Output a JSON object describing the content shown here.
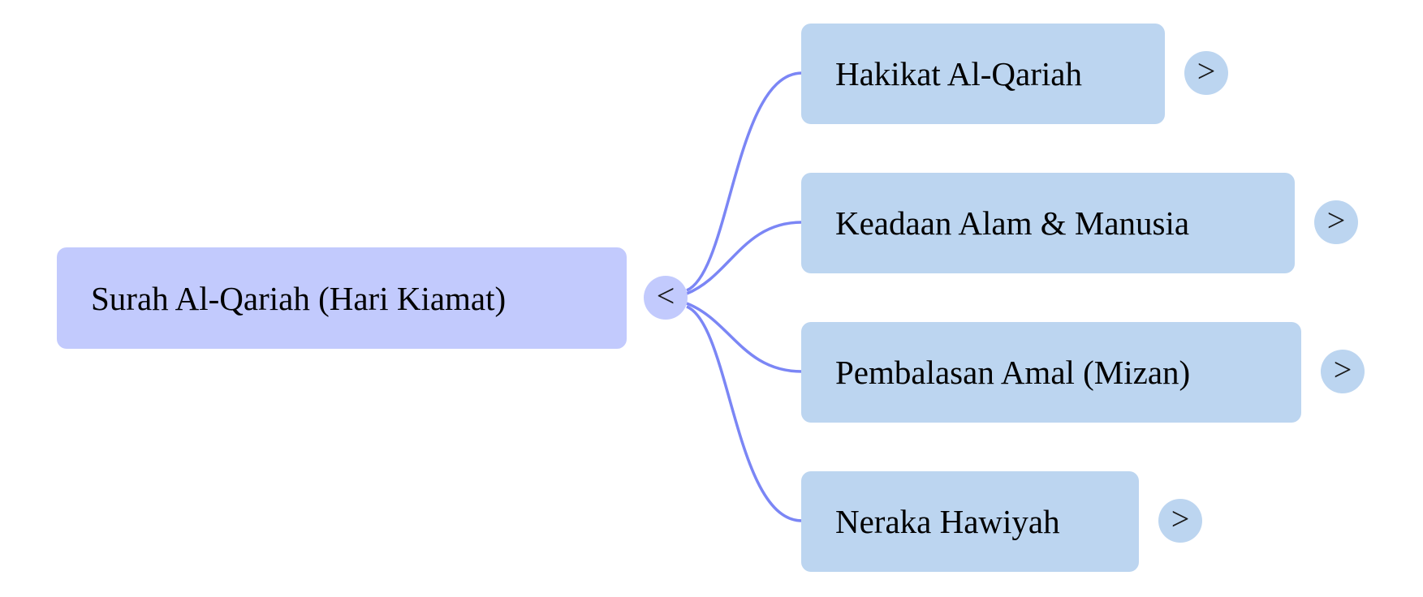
{
  "colors": {
    "root_fill": "#c2cafd",
    "branch_fill": "#bcd5f0",
    "connector": "#7b86f5",
    "text": "#000000"
  },
  "root": {
    "label": "Surah Al-Qariah (Hari Kiamat)",
    "toggle_symbol": "<"
  },
  "branches": [
    {
      "label": "Hakikat Al-Qariah",
      "toggle_symbol": ">"
    },
    {
      "label": "Keadaan Alam & Manusia",
      "toggle_symbol": ">"
    },
    {
      "label": "Pembalasan Amal (Mizan)",
      "toggle_symbol": ">"
    },
    {
      "label": "Neraka Hawiyah",
      "toggle_symbol": ">"
    }
  ]
}
